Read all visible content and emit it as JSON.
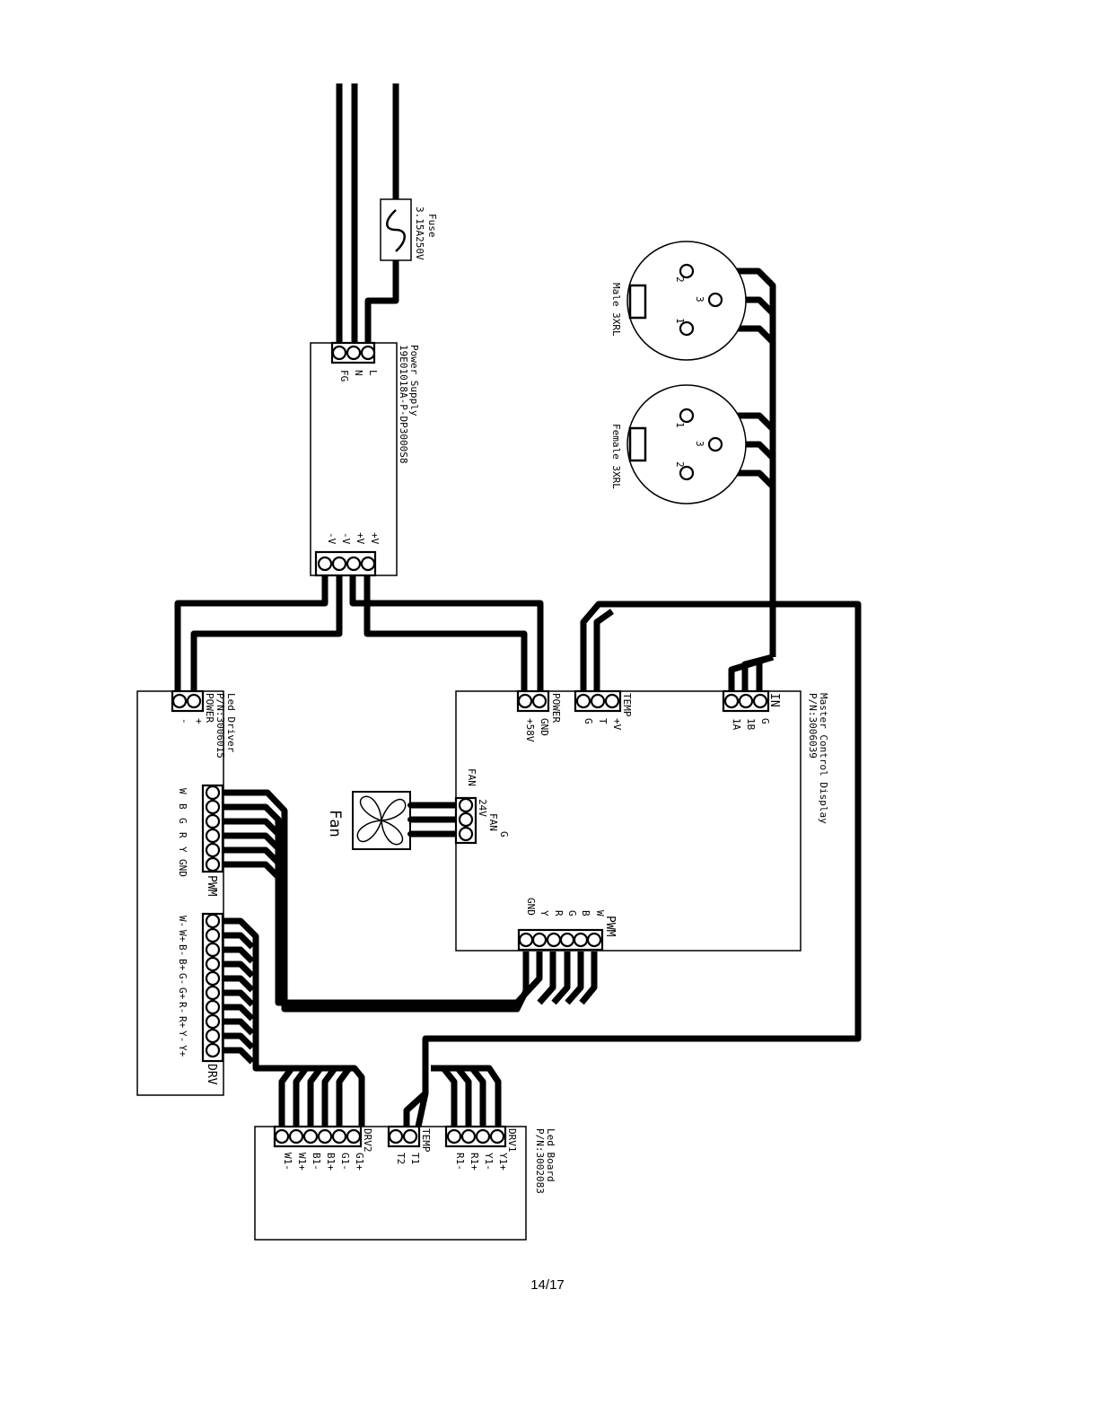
{
  "fuse": {
    "title": "Fuse",
    "rating": "3.15A250V"
  },
  "power_supply": {
    "title": "Power Supply",
    "pn": "19E01018A-P-DP3000S8",
    "ac_pins": [
      "L",
      "N",
      "FG"
    ],
    "dc_pins": [
      "+V",
      "+V",
      "-V",
      "-V"
    ]
  },
  "xlr_male": {
    "title": "Male 3XRL",
    "pins": [
      "2",
      "3",
      "1"
    ]
  },
  "xlr_female": {
    "title": "Female 3XRL",
    "pins": [
      "1",
      "3",
      "2"
    ]
  },
  "led_driver": {
    "title": "Led Driver",
    "pn": "P/N:3006015",
    "power_label": "POWER",
    "power_pins": [
      "+",
      "-"
    ],
    "pwm_label": "PWM",
    "pwm_pins": [
      "W",
      "B",
      "G",
      "R",
      "Y",
      "GND"
    ],
    "drv_label": "DRV",
    "drv_pins": [
      "W-",
      "W+",
      "B-",
      "B+",
      "G-",
      "G+",
      "R-",
      "R+",
      "Y-",
      "Y+"
    ]
  },
  "master_control": {
    "title": "Master Control Display",
    "pn": "P/N:3006039",
    "power_label": "POWER",
    "power_pins": [
      "GND",
      "+58V"
    ],
    "temp_label": "TEMP",
    "temp_pins": [
      "+V",
      "T",
      "G"
    ],
    "in_label": "IN",
    "in_pins": [
      "G",
      "1B",
      "1A"
    ],
    "fan_label": "FAN",
    "fan_pins": [
      "24V",
      "FAN",
      "G"
    ],
    "pwm_label": "PWM",
    "pwm_pins": [
      "W",
      "B",
      "G",
      "R",
      "Y",
      "GND"
    ]
  },
  "fan": {
    "label": "Fan"
  },
  "led_board": {
    "title": "Led Board",
    "pn": "P/N:3002083",
    "drv2_label": "DRV2",
    "drv2_pins": [
      "G1+",
      "G1-",
      "B1+",
      "B1-",
      "W1+",
      "W1-"
    ],
    "temp_label": "TEMP",
    "temp_pins": [
      "T1",
      "T2"
    ],
    "drv1_label": "DRV1",
    "drv1_pins": [
      "Y1+",
      "Y1-",
      "R1+",
      "R1-"
    ]
  },
  "page_number": "14/17"
}
